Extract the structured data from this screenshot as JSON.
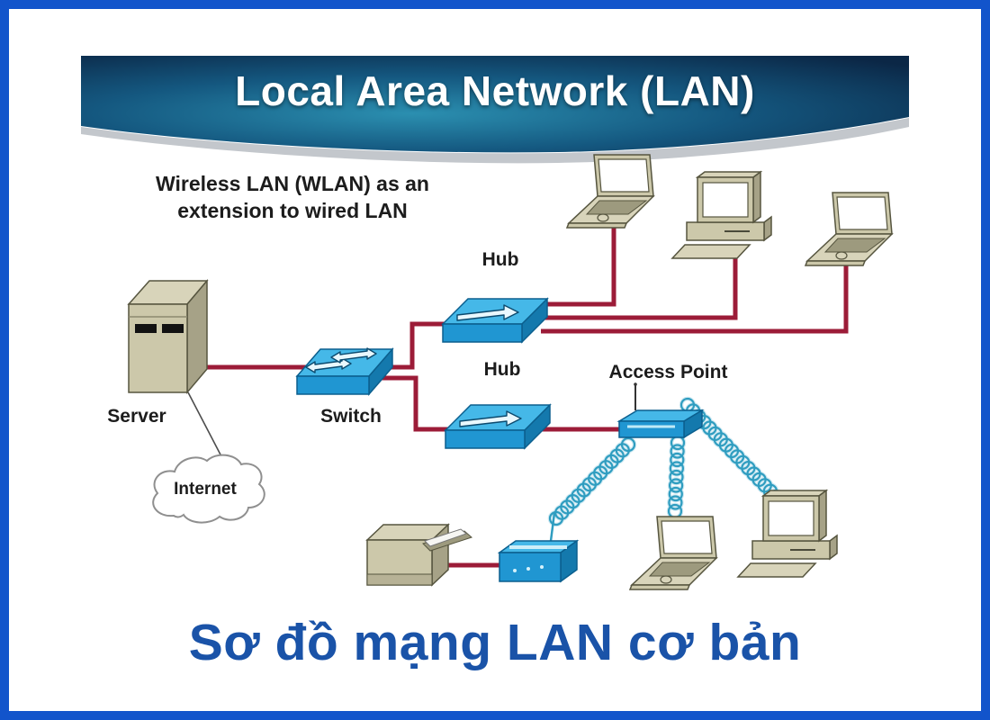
{
  "banner": {
    "title": "Local Area Network (LAN)"
  },
  "note": {
    "line1": "Wireless LAN (WLAN) as an",
    "line2": "extension to wired LAN"
  },
  "labels": {
    "server": "Server",
    "switch": "Switch",
    "hub_top": "Hub",
    "hub_bottom": "Hub",
    "access_point": "Access Point",
    "internet": "Internet"
  },
  "caption": "Sơ đồ mạng LAN cơ bản",
  "colors": {
    "frame": "#1254cb",
    "cable": "#9c1c38",
    "wireless": "#2f9dc0",
    "caption_blue": "#1a53a8",
    "banner_teal": "#2b8fb0",
    "banner_mid": "#14577f",
    "banner_navy": "#0b2746"
  },
  "diagram": {
    "nodes": [
      {
        "id": "server",
        "label": "Server",
        "type": "server-tower-icon"
      },
      {
        "id": "internet",
        "label": "Internet",
        "type": "cloud-icon"
      },
      {
        "id": "switch",
        "label": "Switch",
        "type": "switch-icon"
      },
      {
        "id": "hub_top",
        "label": "Hub",
        "type": "hub-icon"
      },
      {
        "id": "hub_bottom",
        "label": "Hub",
        "type": "hub-icon"
      },
      {
        "id": "access_point",
        "label": "Access Point",
        "type": "access-point-icon"
      },
      {
        "id": "laptop_wired_1",
        "label": "",
        "type": "laptop-icon"
      },
      {
        "id": "desktop_wired",
        "label": "",
        "type": "desktop-computer-icon"
      },
      {
        "id": "laptop_wired_2",
        "label": "",
        "type": "laptop-icon"
      },
      {
        "id": "printer",
        "label": "",
        "type": "printer-icon"
      },
      {
        "id": "wireless_bridge",
        "label": "",
        "type": "wireless-bridge-icon"
      },
      {
        "id": "laptop_wireless",
        "label": "",
        "type": "laptop-icon"
      },
      {
        "id": "desktop_wireless",
        "label": "",
        "type": "desktop-computer-icon"
      }
    ],
    "links": [
      {
        "from": "server",
        "to": "internet",
        "kind": "line"
      },
      {
        "from": "server",
        "to": "switch",
        "kind": "wired"
      },
      {
        "from": "switch",
        "to": "hub_top",
        "kind": "wired"
      },
      {
        "from": "switch",
        "to": "hub_bottom",
        "kind": "wired"
      },
      {
        "from": "hub_top",
        "to": "laptop_wired_1",
        "kind": "wired"
      },
      {
        "from": "hub_top",
        "to": "desktop_wired",
        "kind": "wired"
      },
      {
        "from": "hub_top",
        "to": "laptop_wired_2",
        "kind": "wired"
      },
      {
        "from": "hub_bottom",
        "to": "access_point",
        "kind": "wired"
      },
      {
        "from": "printer",
        "to": "wireless_bridge",
        "kind": "wired"
      },
      {
        "from": "access_point",
        "to": "wireless_bridge",
        "kind": "wireless"
      },
      {
        "from": "access_point",
        "to": "laptop_wireless",
        "kind": "wireless"
      },
      {
        "from": "access_point",
        "to": "desktop_wireless",
        "kind": "wireless"
      }
    ]
  }
}
